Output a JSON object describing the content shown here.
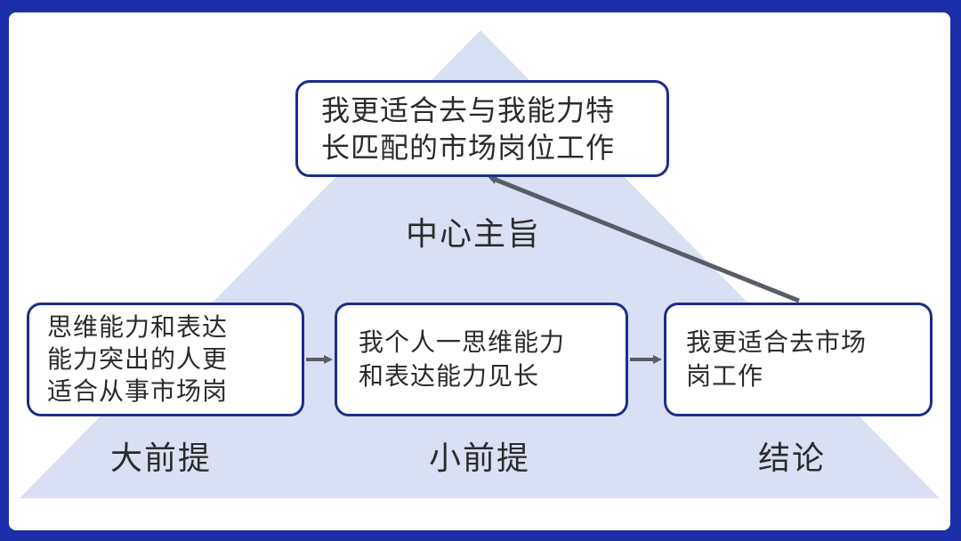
{
  "colors": {
    "frame": "#1a2fa8",
    "triangle": "#d9e0f3",
    "box_border": "#1d2d8c",
    "arrow": "#5a5d66",
    "text": "#2b2b2b"
  },
  "diagram": {
    "top_box": "我更适合去与我能力特\n长匹配的市场岗位工作",
    "center_label": "中心主旨",
    "boxes": [
      {
        "text": "思维能力和表达\n能力突出的人更\n适合从事市场岗",
        "label": "大前提"
      },
      {
        "text": "我个人一思维能力\n和表达能力见长",
        "label": "小前提"
      },
      {
        "text": "我更适合去市场\n岗工作",
        "label": "结论"
      }
    ]
  }
}
